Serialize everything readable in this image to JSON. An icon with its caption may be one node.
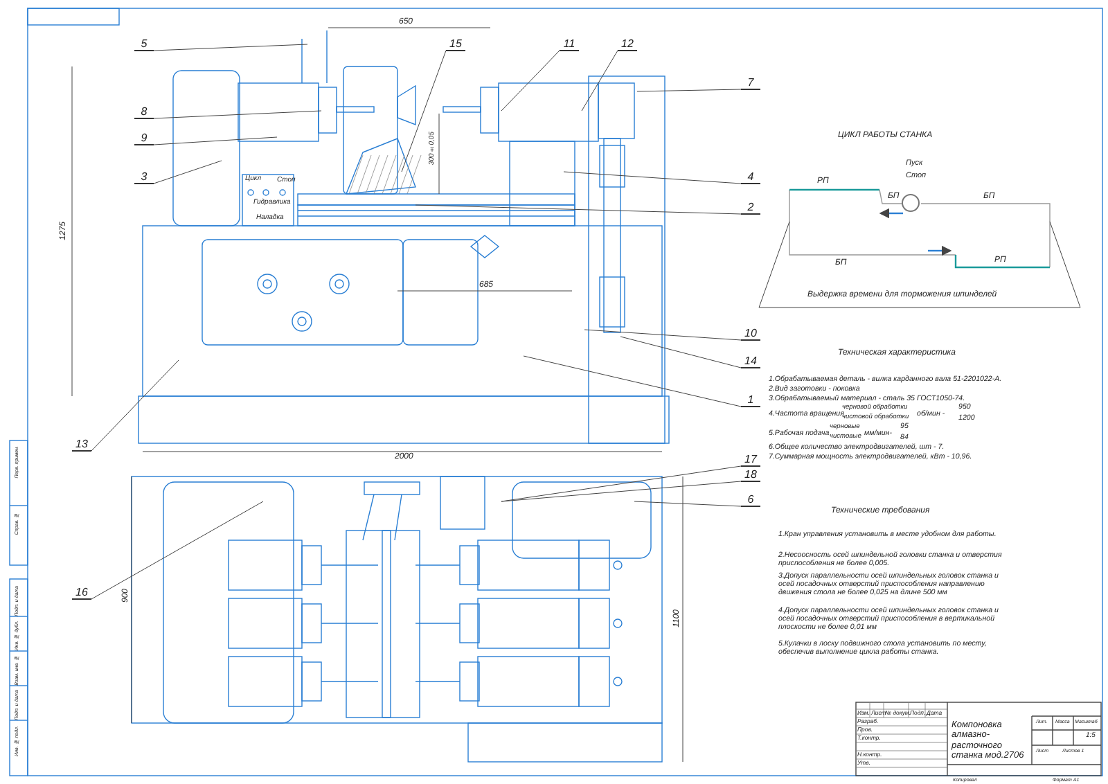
{
  "diagram": {
    "nodes": [
      {
        "text": [
          "5"
        ]
      },
      {
        "text": [
          "15"
        ]
      },
      {
        "text": [
          "11"
        ]
      },
      {
        "text": [
          "12"
        ]
      },
      {
        "text": [
          "7"
        ]
      },
      {
        "text": [
          "8"
        ]
      },
      {
        "text": [
          "9"
        ]
      },
      {
        "text": [
          "3"
        ]
      },
      {
        "text": [
          "4"
        ]
      },
      {
        "text": [
          "2"
        ]
      },
      {
        "text": [
          "10"
        ]
      },
      {
        "text": [
          "14"
        ]
      },
      {
        "text": [
          "1"
        ]
      },
      {
        "text": [
          "13"
        ]
      },
      {
        "text": [
          "17"
        ]
      },
      {
        "text": [
          "18"
        ]
      },
      {
        "text": [
          "6"
        ]
      },
      {
        "text": [
          "16"
        ]
      },
      {
        "text": [],
        "shape": "circle",
        "beside": [
          "Пуск",
          "Стоп"
        ]
      }
    ],
    "edges": [
      {
        "from": 0,
        "to": null,
        "arrow": "none"
      },
      {
        "from": 1,
        "to": null,
        "arrow": "none"
      },
      {
        "from": 2,
        "to": null,
        "arrow": "none"
      },
      {
        "from": 3,
        "to": null,
        "arrow": "none"
      },
      {
        "from": 4,
        "to": null,
        "arrow": "none"
      },
      {
        "from": 5,
        "to": null,
        "arrow": "none"
      },
      {
        "from": 6,
        "to": null,
        "arrow": "none"
      },
      {
        "from": 7,
        "to": null,
        "arrow": "none"
      },
      {
        "from": 8,
        "to": null,
        "arrow": "none"
      },
      {
        "from": 9,
        "to": null,
        "arrow": "none"
      },
      {
        "from": 10,
        "to": null,
        "arrow": "none"
      },
      {
        "from": 11,
        "to": null,
        "arrow": "none"
      },
      {
        "from": 12,
        "to": null,
        "arrow": "none"
      },
      {
        "from": 13,
        "to": null,
        "arrow": "none"
      },
      {
        "from": 14,
        "to": null,
        "arrow": "none"
      },
      {
        "from": 15,
        "to": null,
        "arrow": "none"
      },
      {
        "from": 16,
        "to": null,
        "arrow": "none"
      },
      {
        "from": 17,
        "to": null,
        "arrow": "none"
      }
    ],
    "labels": [
      "650",
      "1275",
      "300±0,05",
      "685",
      "2000",
      "Цикл",
      "Стоп",
      "Гидравлика",
      "Наладка",
      "900",
      "1100",
      "ЦИКЛ РАБОТЫ СТАНКА",
      "РП",
      "БП",
      "БП",
      "БП",
      "РП",
      "Выдержка времени для торможения шпинделей",
      "Техническая характеристика",
      "1.Обрабатываемая деталь - вилка карданного вала 51-2201022-А.",
      "2.Вид заготовки - поковка",
      "3.Обрабатываемый материал - сталь 35 ГОСТ1050-74.",
      "4.Частота вращения",
      "черновой обработки",
      "чистовой обработки",
      "об/мин -",
      "950",
      "1200",
      "5.Рабочая подача",
      "черновые",
      "чистовые",
      "мм/мин-",
      "95",
      "84",
      "6.Общее количество электродвигателей, шт - 7.",
      "7.Суммарная мощность электродвигателей, кВт - 10,96.",
      "Технические требования",
      "1.Кран управления установить в месте удобном для работы.",
      "2.Несоосность осей шпиндельной головки станка и отверстия приспособления не более 0,005.",
      "3.Допуск параллельности осей шпиндельных головок станка и осей посадочных отверстий приспособления направлению движения стола не более 0,025 на длине 500 мм",
      "4.Допуск параллельности осей шпиндельных головок станка и осей посадочных отверстий приспособления в вертикальной плоскости не более 0,01 мм",
      "5.Кулачки в лоску подвижного стола установить по месту, обеспечив выполнение цикла работы станка.",
      "Компоновка алмазно-расточного станка мод.2706",
      "Изм.",
      "Лист",
      "№ докум.",
      "Подп.",
      "Дата",
      "Разраб.",
      "Пров.",
      "Т.контр.",
      "Н.контр.",
      "Утв.",
      "Лит.",
      "Масса",
      "Масштаб",
      "1:5",
      "Лист",
      "Листов 1",
      "Копировал",
      "Формат А1",
      "Перв. примен.",
      "Справ. №",
      "Подп. и дата",
      "Инв. № дубл.",
      "Взам. инв. №",
      "Подп. и дата",
      "Инв. № подл."
    ]
  }
}
